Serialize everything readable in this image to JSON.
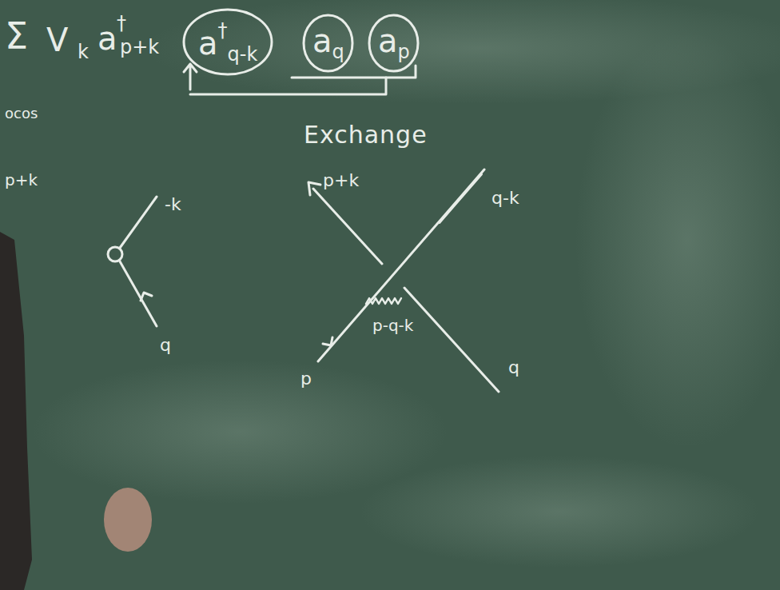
{
  "diagram": {
    "title": "Exchange",
    "nodes": [
      {
        "text": [
          "a",
          "†",
          "q-k"
        ]
      },
      {
        "text": [
          "a",
          "q"
        ]
      },
      {
        "text": [
          "a",
          "p"
        ]
      }
    ],
    "labels": [
      "Σ",
      "V",
      "k",
      "a",
      "†",
      "p+k",
      "p+k",
      "q-k",
      "p-q-k",
      "p",
      "q",
      "ocos",
      "p+k",
      "-k",
      "q"
    ]
  }
}
